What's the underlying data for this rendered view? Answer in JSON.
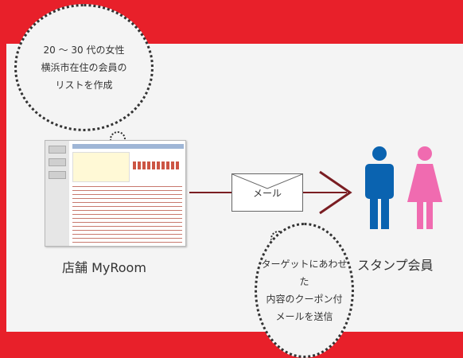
{
  "bubble_top": {
    "text": "20 ～ 30 代の女性\n横浜市在住の会員の\nリストを作成"
  },
  "bubble_bottom": {
    "text": "ターゲットにあわせた\n内容のクーポン付\nメールを送信"
  },
  "store_label": "店舗 MyRoom",
  "envelope_label": "メール",
  "members_label": "スタンプ会員",
  "colors": {
    "frame": "#e8202a",
    "male": "#0a63b0",
    "female": "#f06bb0",
    "arrow": "#7a1d22"
  },
  "icons": [
    "male-person-icon",
    "female-person-icon",
    "envelope-icon",
    "arrow-right-icon"
  ]
}
